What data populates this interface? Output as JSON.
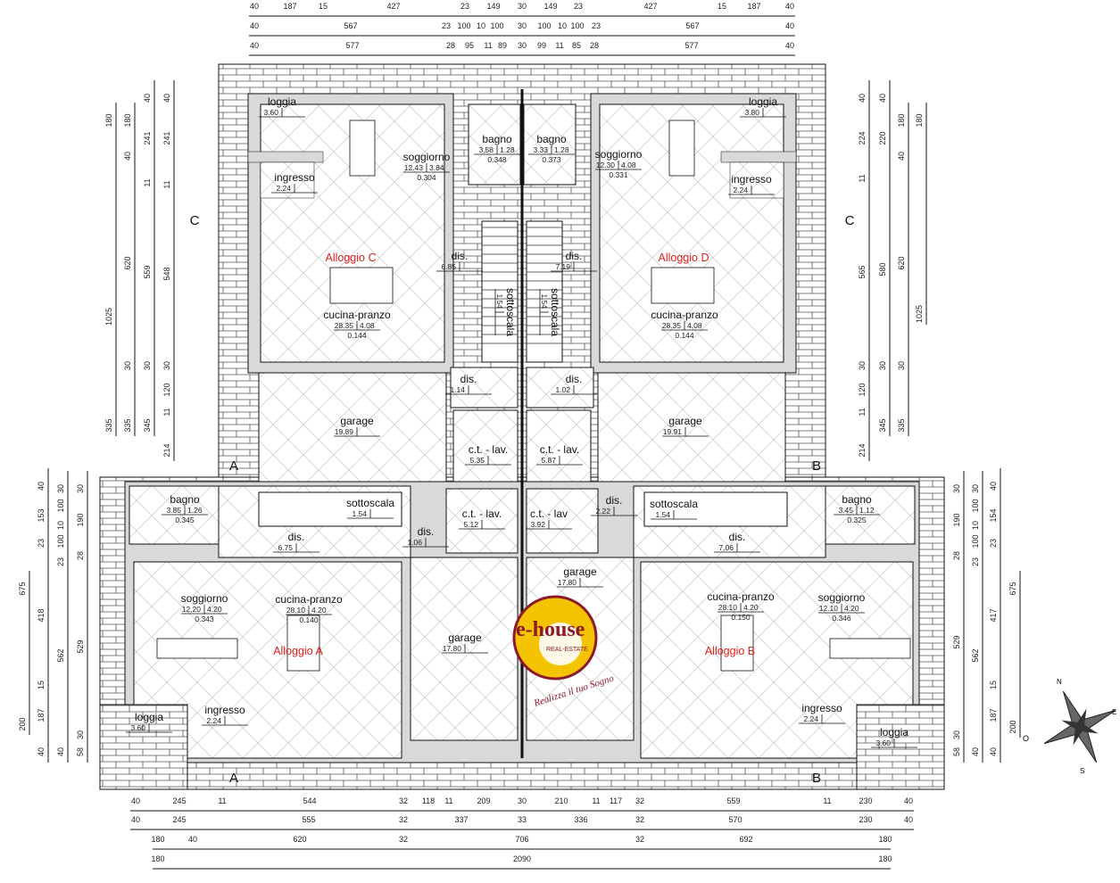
{
  "title": "Pianta piano terra - Alloggi A, B, C, D",
  "colors": {
    "unit_label": "#e0201c",
    "wall": "#d9d9d9",
    "line": "#111111",
    "logo_yellow": "#f5c400",
    "logo_red": "#8b1a2b"
  },
  "dimensions": {
    "top": [
      [
        "40",
        "187",
        "15",
        "427",
        "23",
        "149",
        "30",
        "149",
        "23",
        "427",
        "15",
        "187",
        "40"
      ],
      [
        "40",
        "567",
        "23",
        "100",
        "10",
        "100",
        "30",
        "100",
        "10",
        "100",
        "23",
        "567",
        "40"
      ],
      [
        "40",
        "577",
        "28",
        "95",
        "11",
        "89",
        "30",
        "99",
        "11",
        "85",
        "28",
        "577",
        "40"
      ]
    ],
    "bottom": [
      [
        "40",
        "245",
        "11",
        "544",
        "32",
        "118",
        "11",
        "209",
        "30",
        "210",
        "11",
        "117",
        "32",
        "559",
        "11",
        "230",
        "40"
      ],
      [
        "40",
        "245",
        "555",
        "32",
        "337",
        "33",
        "336",
        "32",
        "570",
        "230",
        "40"
      ],
      [
        "180",
        "40",
        "620",
        "32",
        "706",
        "32",
        "692",
        "180"
      ],
      [
        "180",
        "2090",
        "180"
      ]
    ],
    "left_upper": [
      [
        "180",
        "1025",
        "335"
      ],
      [
        "180",
        "40",
        "620",
        "30",
        "335"
      ],
      [
        "40",
        "241",
        "11",
        "559",
        "30",
        "345"
      ],
      [
        "40",
        "241",
        "11",
        "548",
        "30",
        "120",
        "11",
        "214"
      ]
    ],
    "left_lower": [
      [
        "675",
        "200"
      ],
      [
        "40",
        "153",
        "23",
        "418",
        "15",
        "187",
        "40"
      ],
      [
        "30",
        "100",
        "10",
        "100",
        "23",
        "562",
        "40"
      ],
      [
        "30",
        "190",
        "28",
        "529",
        "30",
        "58"
      ]
    ],
    "right_upper": [
      [
        "40",
        "224",
        "11",
        "565",
        "30",
        "120",
        "11",
        "214"
      ],
      [
        "40",
        "220",
        "580",
        "30",
        "345"
      ],
      [
        "180",
        "40",
        "620",
        "30",
        "335"
      ],
      [
        "180",
        "1025"
      ]
    ],
    "right_lower": [
      [
        "30",
        "190",
        "28",
        "529",
        "30",
        "58"
      ],
      [
        "30",
        "100",
        "10",
        "100",
        "23",
        "562",
        "40"
      ],
      [
        "40",
        "154",
        "23",
        "417",
        "15",
        "187",
        "40"
      ],
      [
        "675",
        "200"
      ]
    ]
  },
  "rooms": [
    {
      "name": "loggia",
      "area": "3.60",
      "f": "",
      "r": ""
    },
    {
      "name": "soggiorno",
      "area": "12.43",
      "f": "3.84",
      "r": "0.304"
    },
    {
      "name": "bagno",
      "area": "3.58",
      "f": "1.28",
      "r": "0.348"
    },
    {
      "name": "ingresso",
      "area": "2.24",
      "f": "",
      "r": ""
    },
    {
      "name": "dis.",
      "area": "6.85",
      "f": "",
      "r": ""
    },
    {
      "name": "cucina-pranzo",
      "area": "28.35",
      "f": "4.08",
      "r": "0.144"
    },
    {
      "name": "sottoscala",
      "area": "1.54",
      "f": "",
      "r": ""
    },
    {
      "name": "dis.",
      "area": "1.14",
      "f": "",
      "r": ""
    },
    {
      "name": "garage",
      "area": "19.89",
      "f": "",
      "r": ""
    },
    {
      "name": "c.t. - lav.",
      "area": "5.35",
      "f": "",
      "r": ""
    },
    {
      "name": "bagno",
      "area": "3.33",
      "f": "1.28",
      "r": "0.373"
    },
    {
      "name": "soggiorno",
      "area": "12.30",
      "f": "4.08",
      "r": "0.331"
    },
    {
      "name": "loggia",
      "area": "3.80",
      "f": "",
      "r": ""
    },
    {
      "name": "ingresso",
      "area": "2.24",
      "f": "",
      "r": ""
    },
    {
      "name": "dis.",
      "area": "7.19",
      "f": "",
      "r": ""
    },
    {
      "name": "cucina-pranzo",
      "area": "28.35",
      "f": "4.08",
      "r": "0.144"
    },
    {
      "name": "sottoscala",
      "area": "1.54",
      "f": "",
      "r": ""
    },
    {
      "name": "dis.",
      "area": "1.02",
      "f": "",
      "r": ""
    },
    {
      "name": "garage",
      "area": "19.91",
      "f": "",
      "r": ""
    },
    {
      "name": "c.t. - lav.",
      "area": "5.87",
      "f": "",
      "r": ""
    },
    {
      "name": "bagno",
      "area": "3.85",
      "f": "1.26",
      "r": "0.345"
    },
    {
      "name": "sottoscala",
      "area": "1.54",
      "f": "",
      "r": ""
    },
    {
      "name": "dis.",
      "area": "6.75",
      "f": "",
      "r": ""
    },
    {
      "name": "dis.",
      "area": "1.06",
      "f": "",
      "r": ""
    },
    {
      "name": "c.t. - lav.",
      "area": "5.12",
      "f": "",
      "r": ""
    },
    {
      "name": "soggiorno",
      "area": "12.20",
      "f": "4.20",
      "r": "0.343"
    },
    {
      "name": "cucina-pranzo",
      "area": "28.10",
      "f": "4.20",
      "r": "0.140"
    },
    {
      "name": "garage",
      "area": "17.80",
      "f": "",
      "r": ""
    },
    {
      "name": "loggia",
      "area": "3.60",
      "f": "",
      "r": ""
    },
    {
      "name": "ingresso",
      "area": "2.24",
      "f": "",
      "r": ""
    },
    {
      "name": "c.t. - lav",
      "area": "3.92",
      "f": "",
      "r": ""
    },
    {
      "name": "dis.",
      "area": "2.22",
      "f": "",
      "r": ""
    },
    {
      "name": "sottoscala",
      "area": "1.54",
      "f": "",
      "r": ""
    },
    {
      "name": "dis.",
      "area": "7.06",
      "f": "",
      "r": ""
    },
    {
      "name": "bagno",
      "area": "3.45",
      "f": "1.12",
      "r": "0.325"
    },
    {
      "name": "cucina-pranzo",
      "area": "28.10",
      "f": "4.20",
      "r": "0.150"
    },
    {
      "name": "soggiorno",
      "area": "12.10",
      "f": "4.20",
      "r": "0.346"
    },
    {
      "name": "garage",
      "area": "17.80",
      "f": "",
      "r": ""
    },
    {
      "name": "ingresso",
      "area": "2.24",
      "f": "",
      "r": ""
    },
    {
      "name": "loggia",
      "area": "3.60",
      "f": "",
      "r": ""
    }
  ],
  "units": [
    "Alloggio C",
    "Alloggio D",
    "Alloggio A",
    "Alloggio B"
  ],
  "section_marks": [
    "C",
    "C",
    "A",
    "A",
    "B",
    "B"
  ],
  "compass": [
    "N",
    "E",
    "S",
    "O"
  ],
  "logo": {
    "brand": "e-house",
    "sub": "REAL-ESTATE",
    "tagline": "Realizza il tuo Sogno"
  }
}
